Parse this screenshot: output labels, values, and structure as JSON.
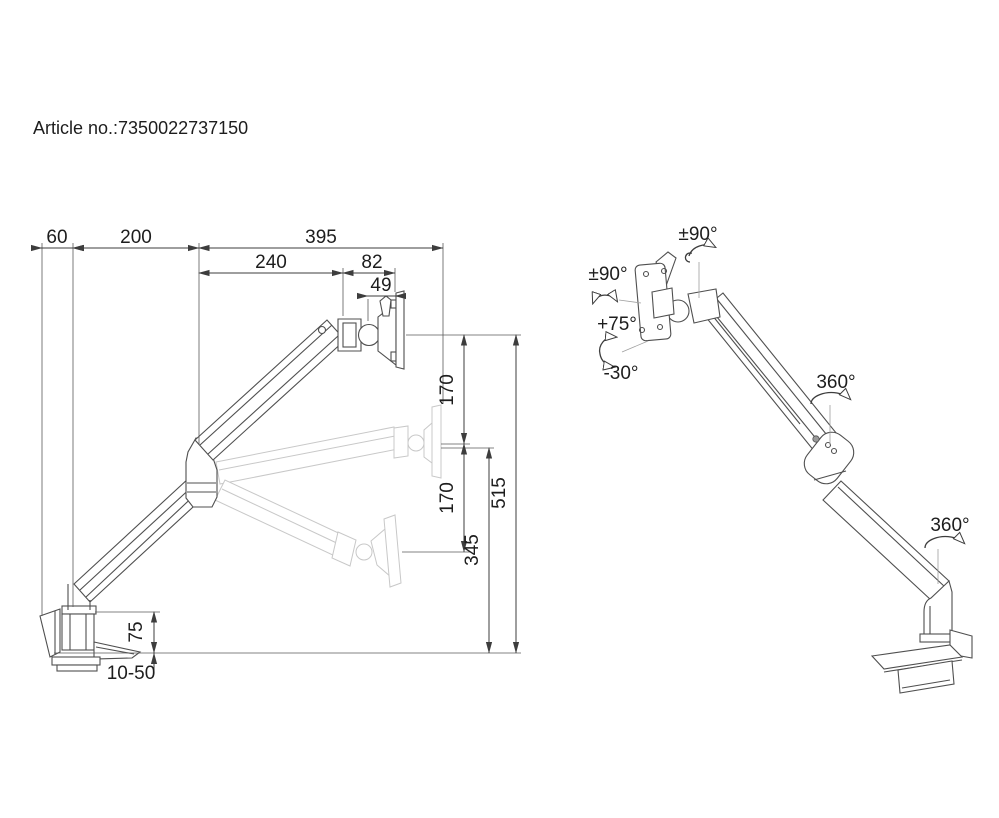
{
  "article_label": "Article no.:7350022737150",
  "side_view": {
    "dims": {
      "d60": "60",
      "d200": "200",
      "d395": "395",
      "d240": "240",
      "d82": "82",
      "d49": "49",
      "d170_upper": "170",
      "d170_lower": "170",
      "d345": "345",
      "d515": "515",
      "d75": "75",
      "d10_50": "10-50"
    }
  },
  "perspective_view": {
    "angles": {
      "head_swivel": "±90°",
      "head_rotation": "±90°",
      "tilt_up": "+75°",
      "tilt_down": "-30°",
      "elbow_swivel": "360°",
      "base_swivel": "360°"
    }
  },
  "colors": {
    "background": "#ffffff",
    "line": "#4f4f4f",
    "ghost": "#c8c8c8",
    "dimension": "#3d3d3d",
    "text": "#1d1d1d"
  }
}
